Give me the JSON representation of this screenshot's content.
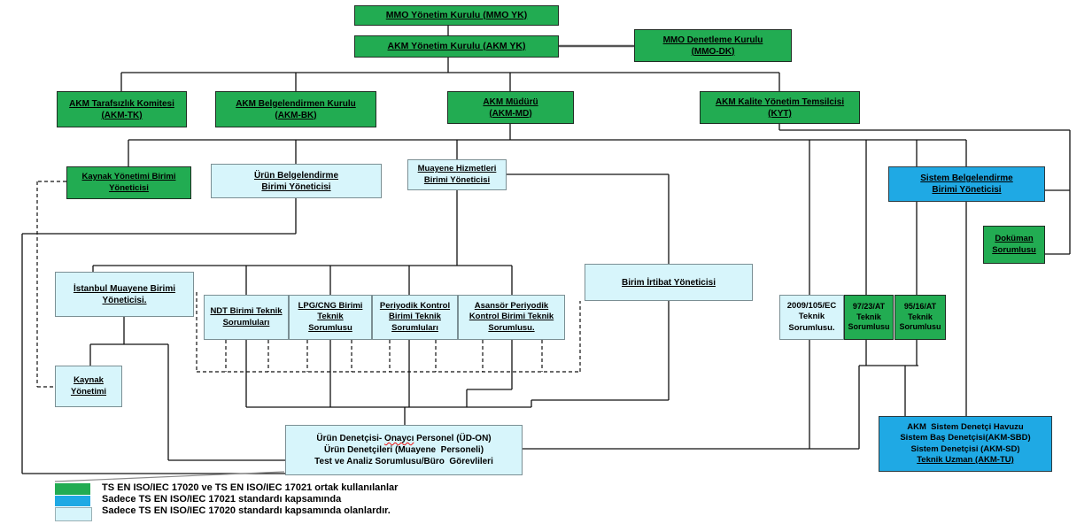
{
  "colors": {
    "green": "#22AC52",
    "blue": "#1FA9E4",
    "cyan": "#D7F5FB",
    "line": "#111111"
  },
  "nodes": {
    "mmo_yk": {
      "lines": [
        "MMO Yönetim Kurulu (MMO YK)"
      ]
    },
    "akm_yk": {
      "lines": [
        "AKM Yönetim Kurulu (AKM YK)"
      ]
    },
    "mmo_dk": {
      "lines": [
        "MMO Denetleme Kurulu",
        "(MMO-DK)"
      ]
    },
    "akm_tk": {
      "lines": [
        "AKM Tarafsızlık Komitesi",
        "(AKM-TK)"
      ]
    },
    "akm_bk": {
      "lines": [
        "AKM Belgelendirmen Kurulu",
        "(AKM-BK)"
      ]
    },
    "akm_md": {
      "lines": [
        "AKM Müdürü",
        "(AKM-MD)"
      ]
    },
    "kyt": {
      "lines": [
        "AKM Kalite Yönetim Temsilcisi",
        "(KYT)"
      ]
    },
    "kaynak_birimi": {
      "lines": [
        "Kaynak Yönetimi Birimi",
        "Yöneticisi"
      ]
    },
    "urun_belg": {
      "lines": [
        "Ürün Belgelendirme",
        "Birimi Yöneticisi"
      ]
    },
    "muayene": {
      "lines": [
        "Muayene Hizmetleri",
        "Birimi Yöneticisi"
      ]
    },
    "sistem_belg": {
      "lines": [
        "Sistem Belgelendirme",
        "Birimi Yöneticisi"
      ]
    },
    "dokuman": {
      "lines": [
        "Doküman",
        "Sorumlusu"
      ]
    },
    "istanbul": {
      "lines": [
        "İstanbul Muayene Birimi",
        "Yöneticisi."
      ]
    },
    "ndt": {
      "lines": [
        "NDT Birimi Teknik",
        "Sorumluları"
      ]
    },
    "lpg": {
      "lines": [
        "LPG/CNG Birimi",
        "Teknik",
        "Sorumlusu"
      ]
    },
    "periyodik": {
      "lines": [
        "Periyodik Kontrol",
        "Birimi Teknik",
        "Sorumluları"
      ]
    },
    "asansor": {
      "lines": [
        "Asansör Periyodik",
        "Kontrol Birimi Teknik",
        "Sorumlusu."
      ]
    },
    "birim_irtibat": {
      "lines": [
        "Birim İrtibat Yöneticisi"
      ]
    },
    "ec2009": {
      "lines": [
        "2009/105/EC",
        "Teknik",
        "Sorumlusu."
      ]
    },
    "at9723": {
      "lines": [
        "97/23/AT",
        "Teknik",
        "Sorumlusu"
      ]
    },
    "at9516": {
      "lines": [
        "95/16/AT",
        "Teknik",
        "Sorumlusu"
      ]
    },
    "kaynak_yonetimi": {
      "lines": [
        "Kaynak",
        "Yönetimi"
      ]
    },
    "urun_denetcisi": {
      "l1a": "Ürün Denetçisi- ",
      "l1b": "Onaycı",
      "l1c": " Personel (ÜD-ON)",
      "l2": "Ürün Denetçileri (Muayene  Personeli)",
      "l3": "Test ve Analiz Sorumlusu/Büro  Görevlileri"
    },
    "havuz": {
      "lines": [
        "AKM  Sistem Denetçi Havuzu",
        "Sistem Baş Denetçisi(AKM-SBD)",
        "Sistem Denetçisi (AKM-SD)",
        "Teknik Uzman (AKM-TU)"
      ]
    }
  },
  "legend": {
    "items": [
      {
        "swatch": "green",
        "label": "TS EN ISO/IEC 17020 ve TS EN ISO/IEC 17021 ortak kullanılanlar"
      },
      {
        "swatch": "blue",
        "label": "Sadece TS EN ISO/IEC 17021 standardı kapsamında"
      },
      {
        "swatch": "cyan",
        "label": "Sadece TS EN ISO/IEC 17020 standardı kapsamında olanlardır."
      }
    ]
  }
}
